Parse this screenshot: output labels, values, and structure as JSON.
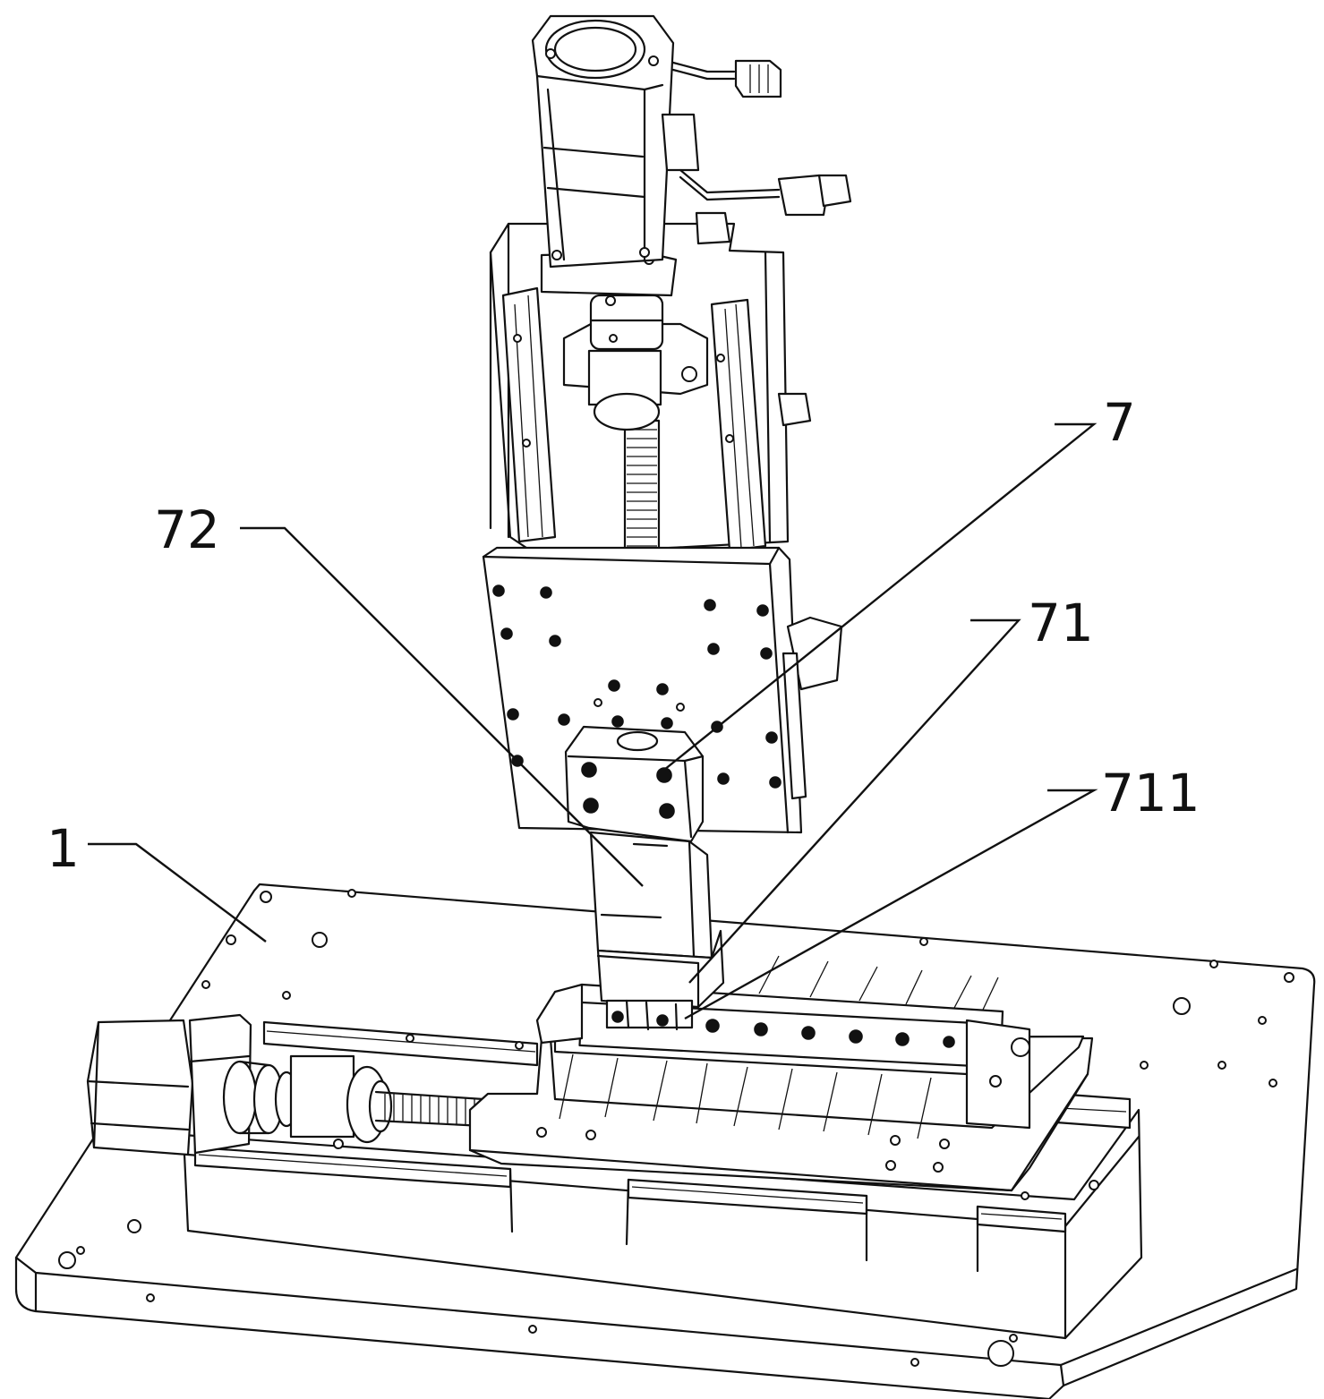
{
  "figure": {
    "callouts": [
      {
        "id": "1",
        "label": "1"
      },
      {
        "id": "7",
        "label": "7"
      },
      {
        "id": "71",
        "label": "71"
      },
      {
        "id": "711",
        "label": "711"
      },
      {
        "id": "72",
        "label": "72"
      }
    ]
  }
}
